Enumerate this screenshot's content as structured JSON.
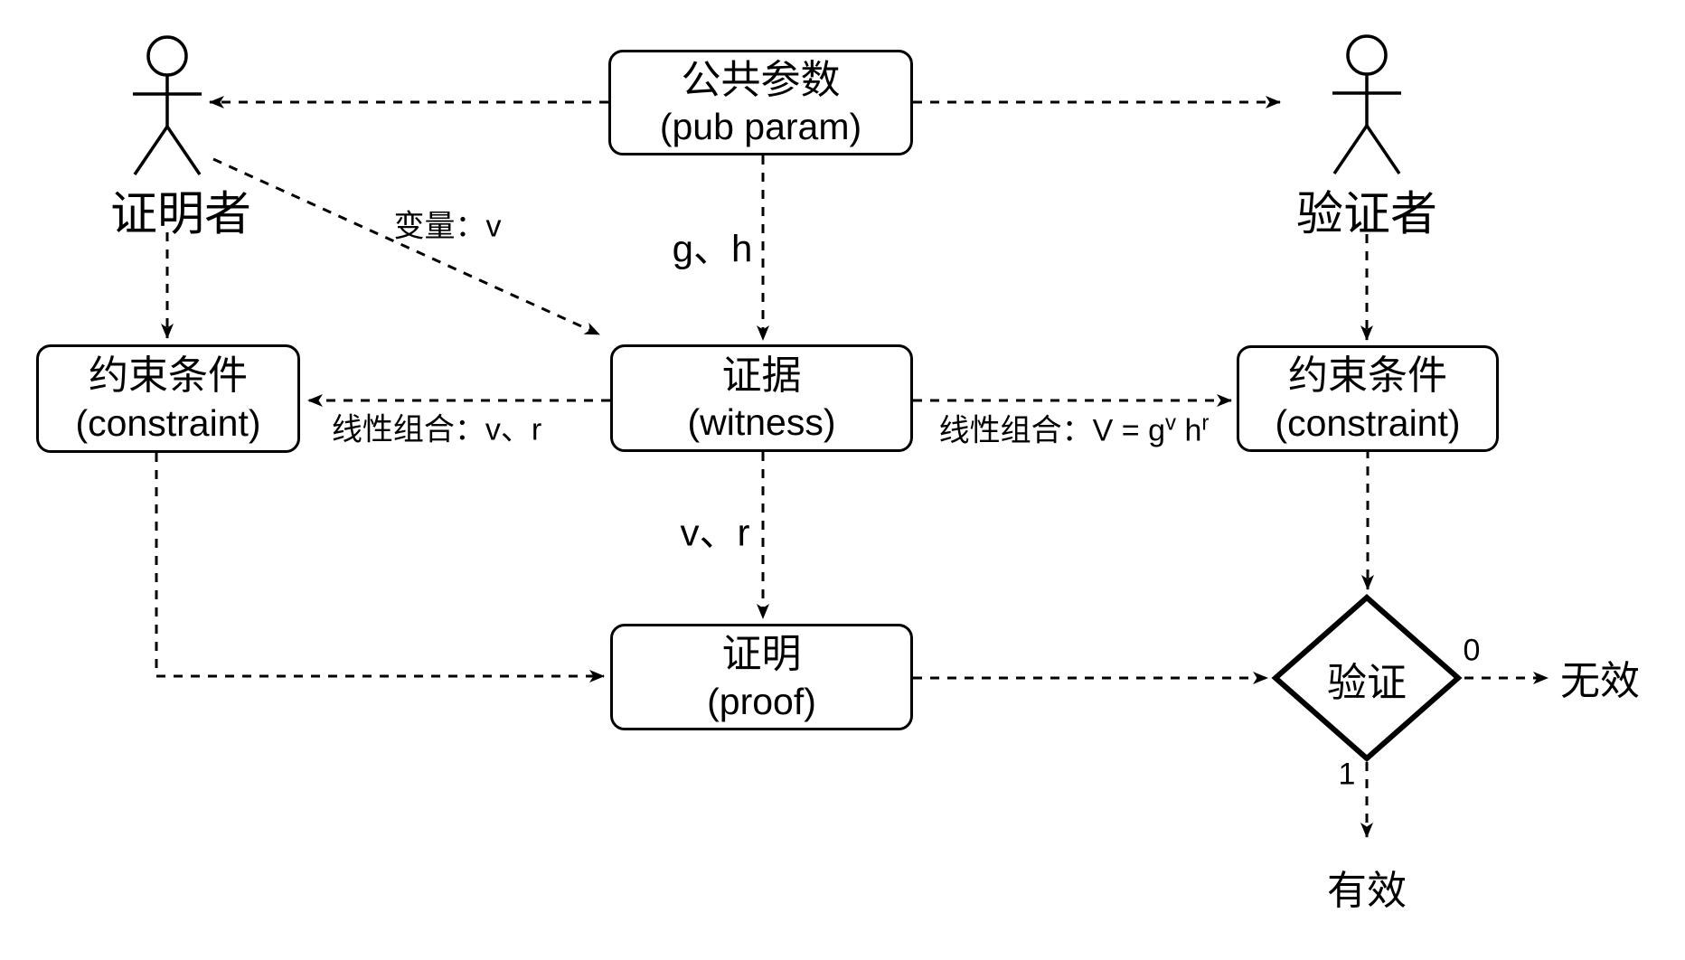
{
  "colors": {
    "line": "#000000",
    "background": "#ffffff"
  },
  "actors": {
    "prover": {
      "label": "证明者"
    },
    "verifier": {
      "label": "验证者"
    }
  },
  "nodes": {
    "pub_param": {
      "title": "公共参数",
      "subtitle": "(pub param)"
    },
    "witness": {
      "title": "证据",
      "subtitle": "(witness)"
    },
    "constraint_left": {
      "title": "约束条件",
      "subtitle": "(constraint)"
    },
    "constraint_right": {
      "title": "约束条件",
      "subtitle": "(constraint)"
    },
    "proof": {
      "title": "证明",
      "subtitle": "(proof)"
    },
    "verify": {
      "label": "验证"
    }
  },
  "edge_labels": {
    "variable_v": "变量：v",
    "g_h": "g、h",
    "linear_combination_vr": "线性组合：v、r",
    "linear_combination_commitment": {
      "prefix": "线性组合：V = g",
      "sup1": "v",
      "mid": " h",
      "sup2": "r"
    },
    "v_r": "v、r",
    "branch_zero": "0",
    "branch_one": "1"
  },
  "results": {
    "invalid": "无效",
    "valid": "有效"
  }
}
